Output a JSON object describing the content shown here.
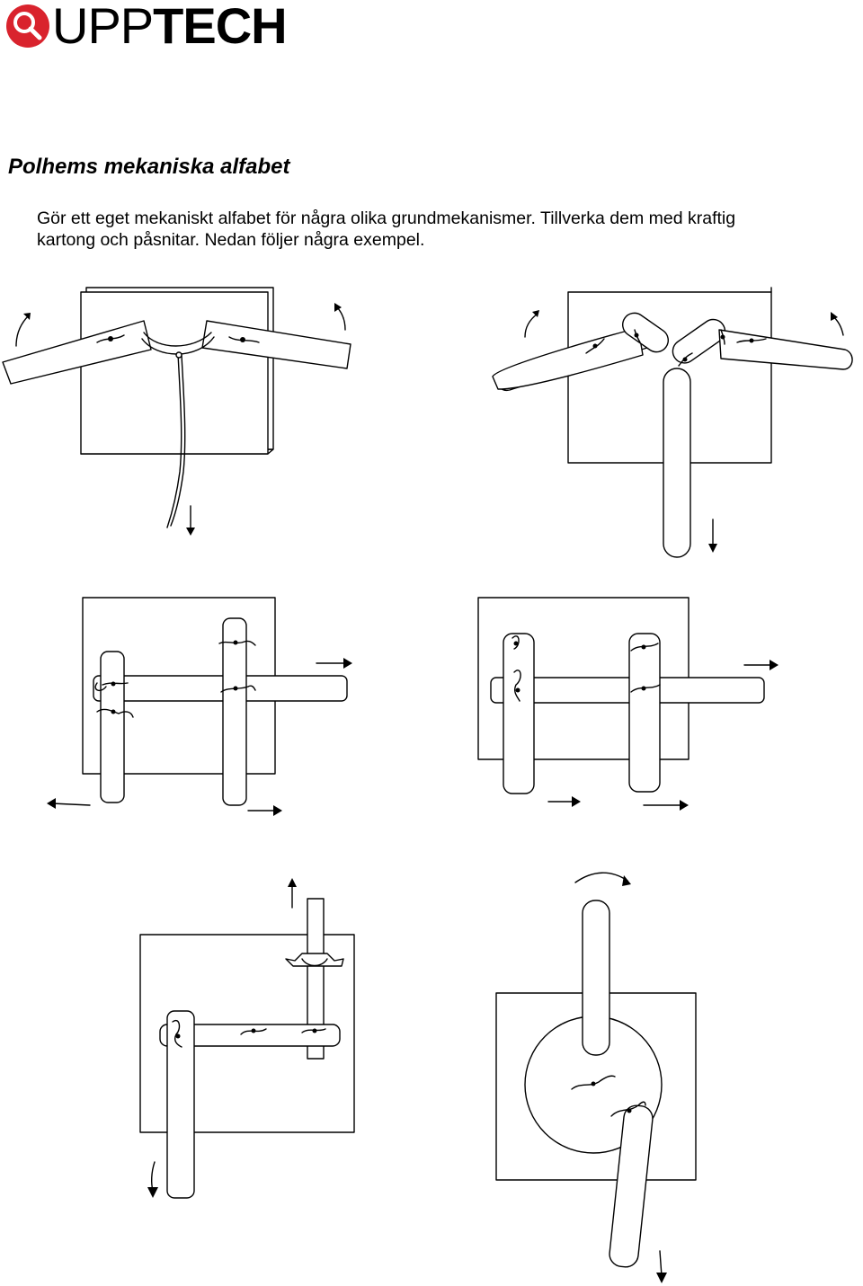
{
  "logo": {
    "part1": "UPP",
    "part2": "TECH",
    "accent": "#d9232d",
    "icon": "magnifier-icon"
  },
  "title": "Polhems mekaniska alfabet",
  "intro": "Gör ett eget mekaniskt alfabet för några olika grundmekanismer. Tillverka dem med kraftig kartong och påsnitar. Nedan följer några exempel.",
  "figures": [
    {
      "name": "mechanism-string-pull"
    },
    {
      "name": "mechanism-v-linkage"
    },
    {
      "name": "mechanism-slider-pair-a"
    },
    {
      "name": "mechanism-slider-pair-b"
    },
    {
      "name": "mechanism-bellcrank"
    },
    {
      "name": "mechanism-disc-crank"
    }
  ]
}
